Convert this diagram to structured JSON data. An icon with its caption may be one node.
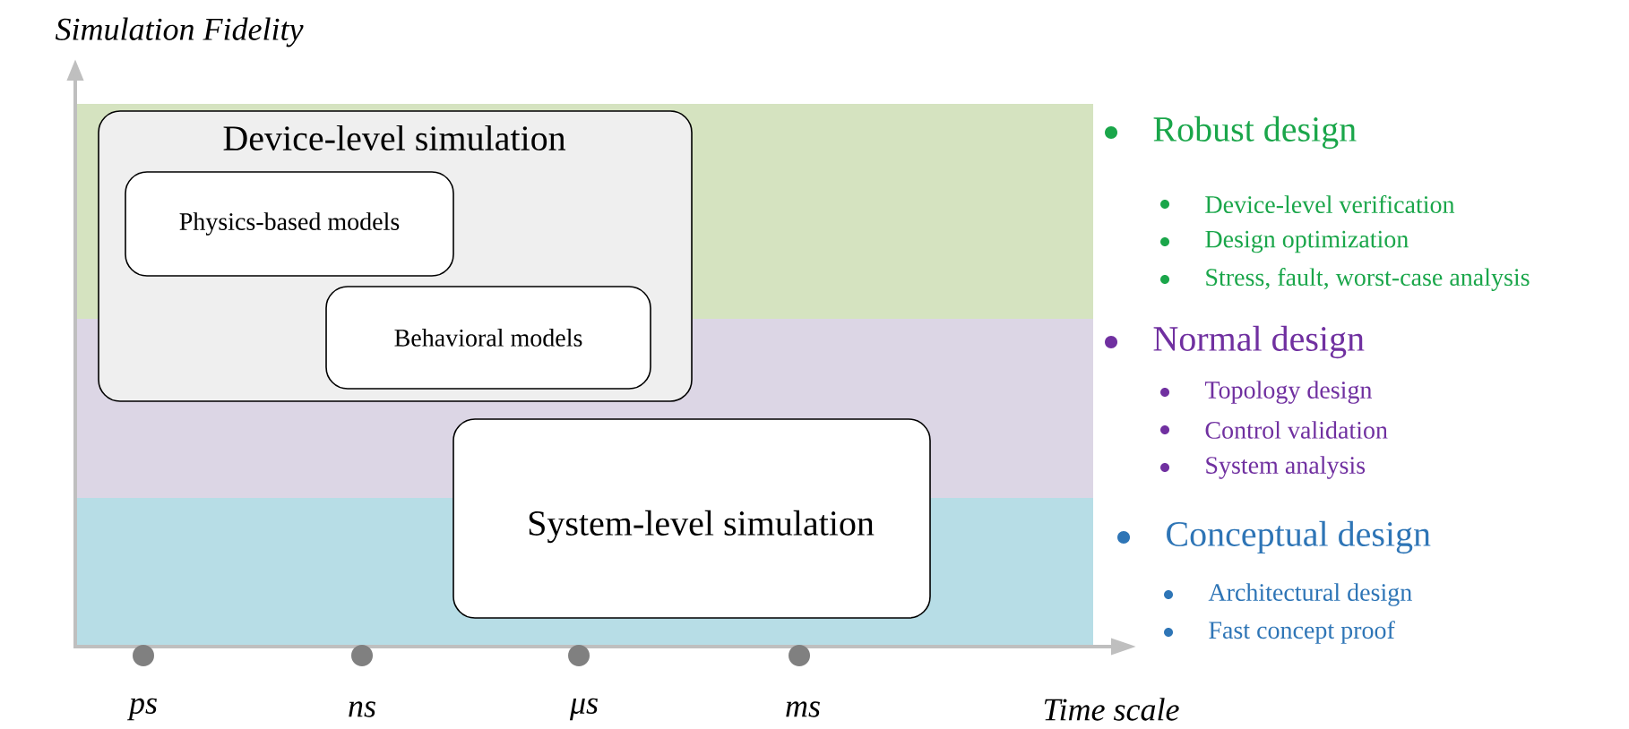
{
  "diagram": {
    "nodes": [
      {
        "text": [
          "Device-level simulation"
        ]
      },
      {
        "text": [
          "Physics-based models"
        ],
        "in": 0
      },
      {
        "text": [
          "Behavioral models"
        ],
        "in": 0
      },
      {
        "text": [
          "System-level simulation"
        ]
      }
    ],
    "labels": [
      "Simulation Fidelity",
      "Robust design",
      "Device-level verification",
      "Design optimization",
      "Stress, fault, worst-case analysis",
      "Normal design",
      "Topology design",
      "Control validation",
      "System analysis",
      "Conceptual design",
      "Architectural design",
      "Fast concept proof",
      "ps",
      "ns",
      "μs",
      "ms",
      "Time scale"
    ]
  }
}
